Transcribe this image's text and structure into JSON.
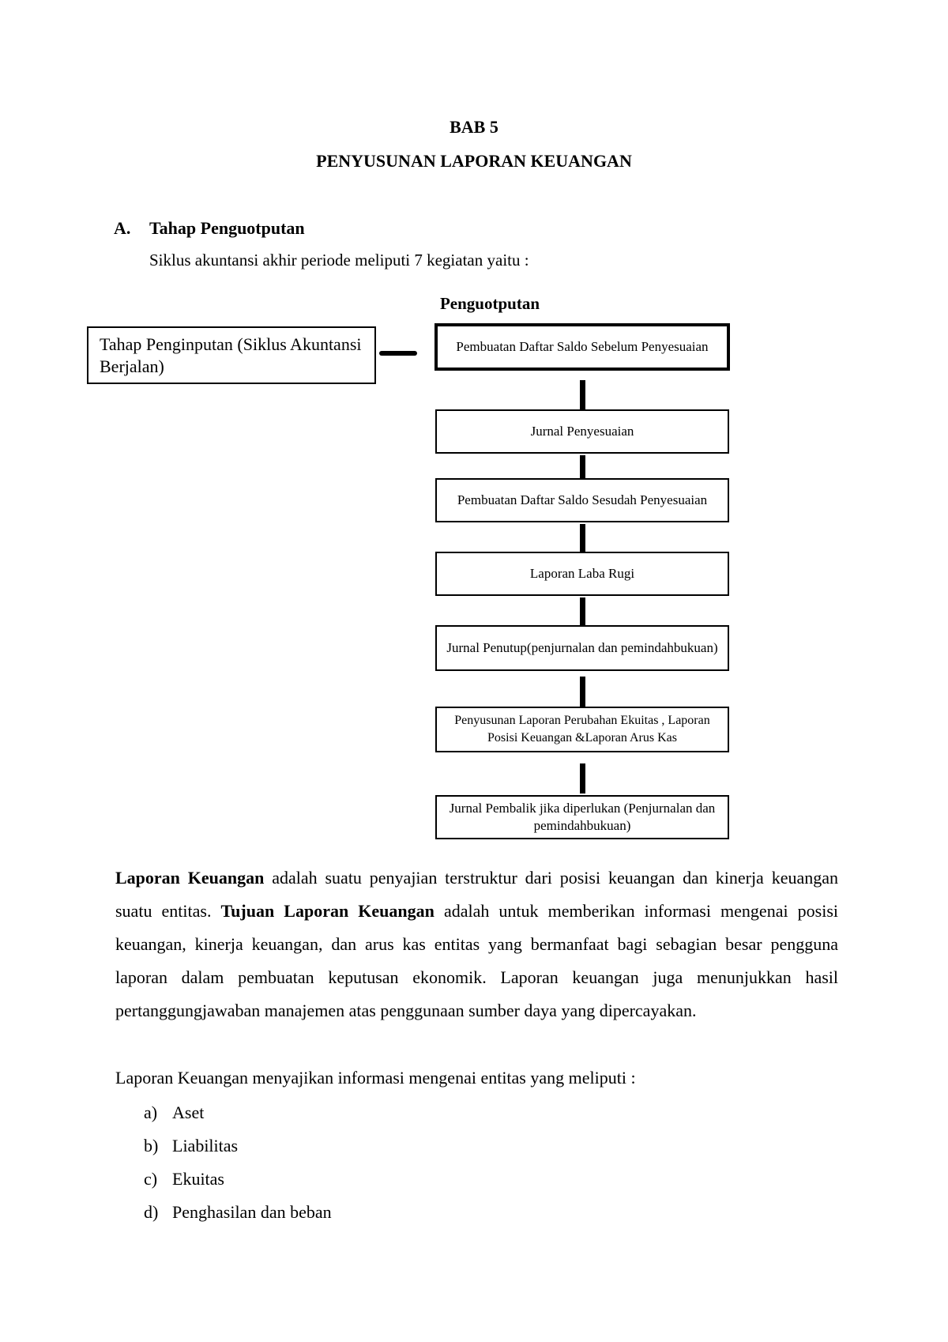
{
  "header": {
    "chapter": "BAB 5",
    "title": "PENYUSUNAN LAPORAN KEUANGAN"
  },
  "section": {
    "label": "A.",
    "title": "Tahap Penguotputan",
    "intro": "Siklus akuntansi akhir periode meliputi 7 kegiatan yaitu :"
  },
  "flowchart": {
    "title": "Penguotputan",
    "input_box": "Tahap Penginputan (Siklus Akuntansi Berjalan)",
    "steps": [
      "Pembuatan Daftar Saldo Sebelum Penyesuaian",
      "Jurnal Penyesuaian",
      "Pembuatan Daftar Saldo Sesudah Penyesuaian",
      "Laporan Laba Rugi",
      "Jurnal Penutup(penjurnalan dan pemindahbukuan)",
      "Penyusunan Laporan Perubahan Ekuitas , Laporan Posisi Keuangan &Laporan Arus Kas",
      "Jurnal Pembalik jika diperlukan (Penjurnalan dan pemindahbukuan)"
    ]
  },
  "body": {
    "p1_bold1": "Laporan Keuangan",
    "p1_text1": " adalah suatu penyajian terstruktur dari posisi keuangan dan kinerja keuangan suatu entitas. ",
    "p1_bold2": "Tujuan Laporan Keuangan",
    "p1_text2": " adalah untuk memberikan informasi mengenai posisi keuangan, kinerja keuangan, dan arus kas entitas yang bermanfaat bagi sebagian besar pengguna laporan dalam pembuatan keputusan ekonomik.  Laporan keuangan juga menunjukkan hasil pertanggungjawaban manajemen atas penggunaan sumber daya yang dipercayakan.",
    "p2": "Laporan Keuangan menyajikan informasi mengenai entitas yang meliputi :",
    "list": [
      {
        "label": "a)",
        "text": "Aset"
      },
      {
        "label": "b)",
        "text": "Liabilitas"
      },
      {
        "label": "c)",
        "text": "Ekuitas"
      },
      {
        "label": "d)",
        "text": "Penghasilan dan beban"
      }
    ]
  }
}
